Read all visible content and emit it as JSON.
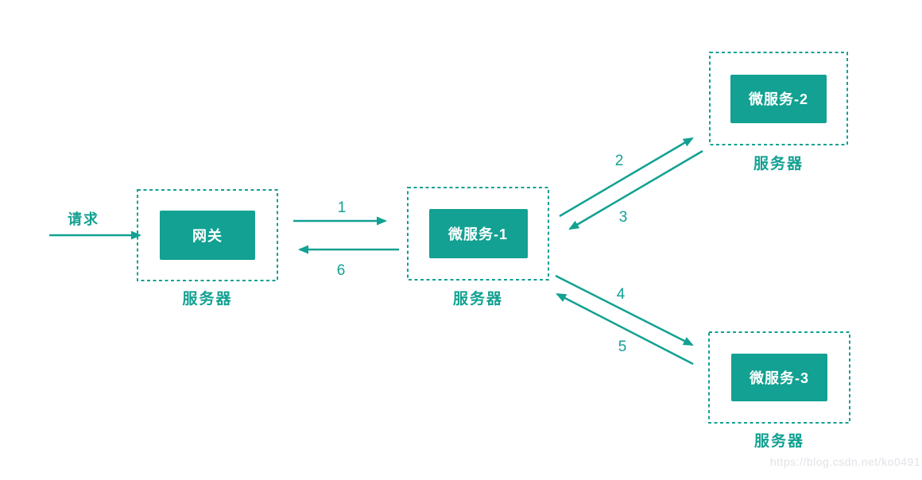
{
  "diagram": {
    "title_hint": "microservice-gateway-flow",
    "request_label": "请求",
    "nodes": [
      {
        "id": "gateway",
        "label": "网关",
        "server_label": "服务器"
      },
      {
        "id": "ms1",
        "label": "微服务-1",
        "server_label": "服务器"
      },
      {
        "id": "ms2",
        "label": "微服务-2",
        "server_label": "服务器"
      },
      {
        "id": "ms3",
        "label": "微服务-3",
        "server_label": "服务器"
      }
    ],
    "arrows": [
      {
        "label": "1",
        "from": "gateway",
        "to": "ms1"
      },
      {
        "label": "2",
        "from": "ms1",
        "to": "ms2"
      },
      {
        "label": "3",
        "from": "ms2",
        "to": "ms1"
      },
      {
        "label": "4",
        "from": "ms1",
        "to": "ms3"
      },
      {
        "label": "5",
        "from": "ms3",
        "to": "ms1"
      },
      {
        "label": "6",
        "from": "ms1",
        "to": "gateway"
      }
    ],
    "colors": {
      "teal": "#12A192",
      "box_text": "#FFFFFF",
      "watermark": "#E2E2E8"
    },
    "watermark": "https://blog.csdn.net/ko0491"
  }
}
